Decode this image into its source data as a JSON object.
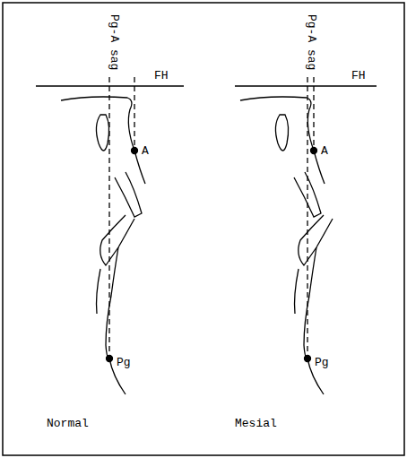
{
  "diagram": {
    "labels": [
      "Pg-A sag",
      "FH",
      "A",
      "Pg",
      "Normal",
      "Pg-A sag",
      "FH",
      "A",
      "Pg",
      "Mesial"
    ]
  }
}
